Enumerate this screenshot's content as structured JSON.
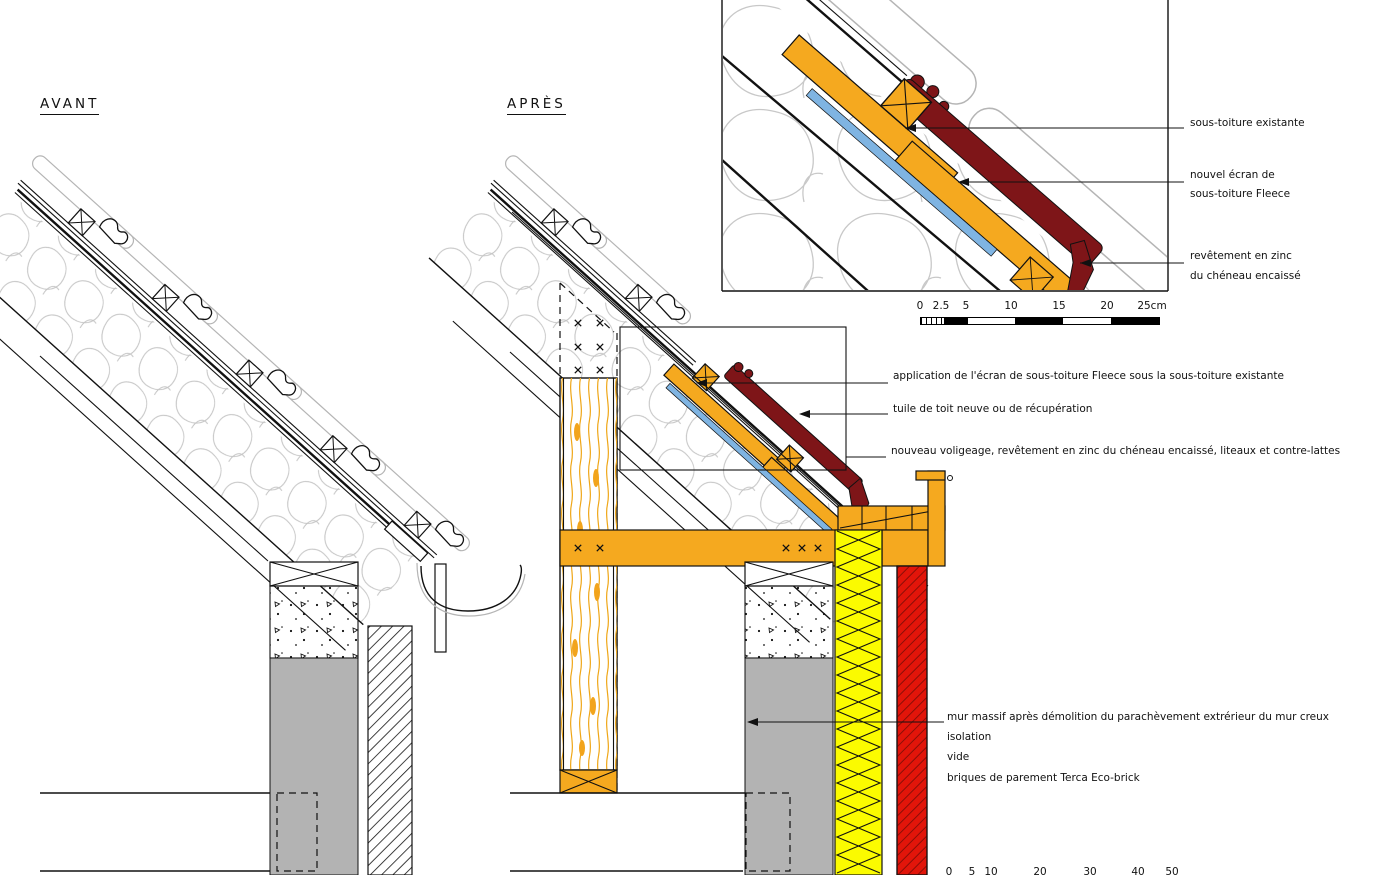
{
  "colors": {
    "wood": "#F5A91F",
    "wood_grain": "#EFA616",
    "tile_red": "#7E1518",
    "fleece_blue": "#7FB4E2",
    "insulation_yellow": "#FBFB00",
    "brick_red": "#E2150A",
    "brick_hatch": "#8B0E07",
    "wall_gray": "#B3B3B3",
    "line_dark": "#111111",
    "line_light": "#B5B5B5",
    "loop_gray": "#C4C4C4"
  },
  "titles": {
    "before": "AVANT",
    "after": "APRÈS"
  },
  "detail_inset": {
    "labels": {
      "l1": "sous-toiture existante",
      "l2a": "nouvel écran de",
      "l2b": "sous-toiture Fleece",
      "l3a": "revêtement en zinc",
      "l3b": "du chéneau encaissé"
    },
    "scale": {
      "t0": "0",
      "t1": "2.5",
      "t2": "5",
      "t3": "10",
      "t4": "15",
      "t5": "20",
      "t6": "25cm"
    }
  },
  "annotations": {
    "roof": {
      "fleece": "application de l'écran de sous-toiture Fleece sous la sous-toiture existante",
      "tile": "tuile de toit neuve ou de récupération",
      "voligeage": "nouveau voligeage, revêtement en zinc du chéneau encaissé, liteaux et contre-lattes"
    },
    "wall": {
      "mur": "mur massif après démolition du parachèvement extrérieur du mur creux",
      "isolation": "isolation",
      "vide": "vide",
      "briques": "briques de parement Terca Eco-brick"
    }
  },
  "main_scale": {
    "t0": "0",
    "t1": "5",
    "t2": "10",
    "t3": "20",
    "t4": "30",
    "t5": "40",
    "t6": "50"
  }
}
